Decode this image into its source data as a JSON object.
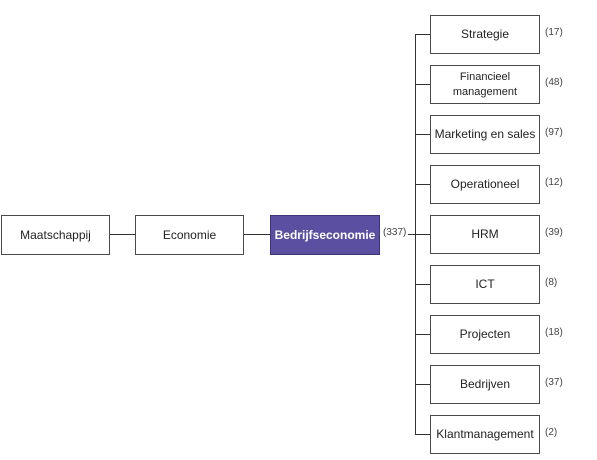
{
  "path": {
    "root": "Maatschappij",
    "level1": "Economie",
    "current": "Bedrijfseconomie",
    "current_count": "(337)",
    "active_color": "#5a4fa0"
  },
  "children": [
    {
      "label": "Strategie",
      "count": "(17)"
    },
    {
      "label": "Financieel management",
      "count": "(48)"
    },
    {
      "label": "Marketing en sales",
      "count": "(97)"
    },
    {
      "label": "Operationeel",
      "count": "(12)"
    },
    {
      "label": "HRM",
      "count": "(39)"
    },
    {
      "label": "ICT",
      "count": "(8)"
    },
    {
      "label": "Projecten",
      "count": "(18)"
    },
    {
      "label": "Bedrijven",
      "count": "(37)"
    },
    {
      "label": "Klantmanagement",
      "count": "(2)"
    }
  ]
}
